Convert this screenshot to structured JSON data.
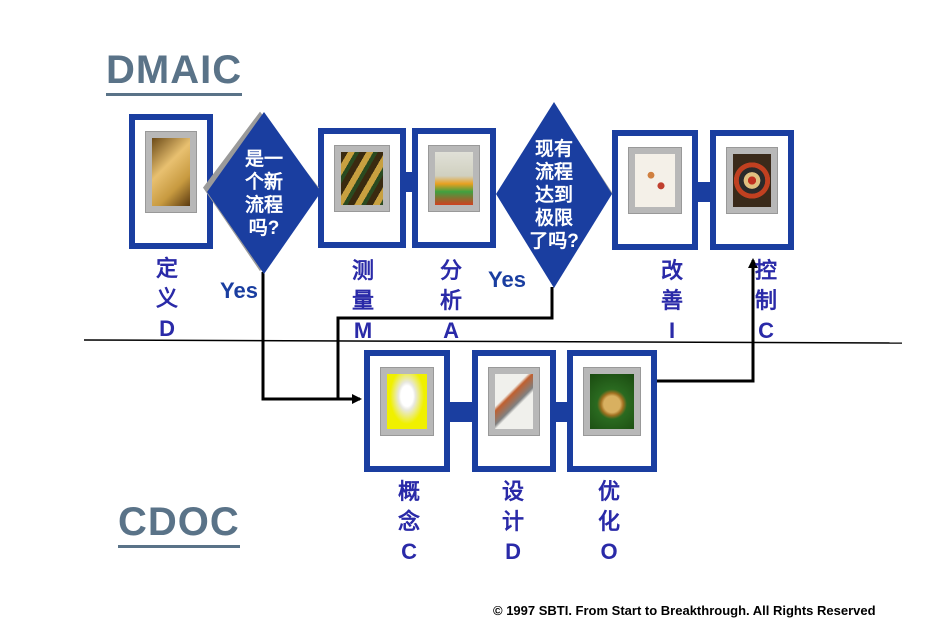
{
  "titles": {
    "top": "DMAIC",
    "bottom": "CDOC"
  },
  "decisions": {
    "new_process": [
      "是一",
      "个新",
      "流程",
      "吗?"
    ],
    "at_limit": [
      "现有",
      "流程",
      "达到",
      "极限",
      "了吗?"
    ]
  },
  "yes_label": "Yes",
  "dmaic_steps": [
    {
      "chars": [
        "定",
        "义",
        "D"
      ]
    },
    {
      "chars": [
        "测",
        "量",
        "M"
      ]
    },
    {
      "chars": [
        "分",
        "析",
        "A"
      ]
    },
    {
      "chars": [
        "改",
        "善",
        "I"
      ]
    },
    {
      "chars": [
        "控",
        "制",
        "C"
      ]
    }
  ],
  "cdoc_steps": [
    {
      "chars": [
        "概",
        "念",
        "C"
      ]
    },
    {
      "chars": [
        "设",
        "计",
        "D"
      ]
    },
    {
      "chars": [
        "优",
        "化",
        "O"
      ]
    }
  ],
  "colors": {
    "box": "#1a3ea0",
    "label": "#2a2aa8",
    "title": "#5a7388"
  },
  "copyright": "© 1997  SBTI. From Start to Breakthrough. All Rights Reserved"
}
